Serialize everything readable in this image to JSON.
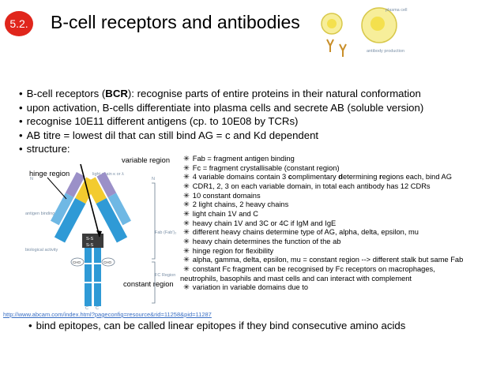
{
  "slide": {
    "number": "5.2.",
    "title": "B-cell receptors and antibodies",
    "bullets": [
      {
        "pre": "B-cell receptors (",
        "bold": "BCR",
        "post": "):  recognise parts of entire proteins in their natural conformation"
      },
      {
        "text": "upon activation, B-cells differentiate into plasma cells and secrete AB (soluble version)"
      },
      {
        "text": "recognise  10E11 different antigens (cp. to 10E08  by TCRs)"
      },
      {
        "text": "AB titre = lowest dil that can still bind AG = c and Kd dependent"
      },
      {
        "text": "structure:"
      }
    ],
    "bottom_bullet": "bind epitopes, can be called linear epitopes if they bind consecutive amino acids",
    "source_url": "http://www.abcam.com/index.html?pageconfig=resource&rid=11258&pid=11287"
  },
  "diagram": {
    "labels": {
      "variable_region": "variable region",
      "hinge_region": "hinge region",
      "constant_region": "constant region"
    },
    "figure_text": {
      "light_chain": "light chain κ or λ",
      "antigen_binding": "antigen binding",
      "biological_activity": "biological activity",
      "fab": "Fab  (Fab')₂",
      "fc_region": "FC Region",
      "n": "N",
      "c": "C",
      "cho": "CHO",
      "ss": "S-S"
    }
  },
  "top_figure": {
    "plasma_cell": "plasma cell",
    "antibody_production": "antibody production"
  },
  "notes": [
    {
      "text": "Fab = fragment antigen binding"
    },
    {
      "text": "Fc = fragment crystallisable (constant region)"
    },
    {
      "parts": [
        {
          "t": "4 variable domains contain 3 "
        },
        {
          "b": "c"
        },
        {
          "t": "omplimentary "
        },
        {
          "b": "d"
        },
        {
          "t": "etermining "
        },
        {
          "b": "r"
        },
        {
          "t": "egions each, bind AG"
        }
      ]
    },
    {
      "text": "CDR1, 2, 3 on each variable domain, in total each antibody has 12 CDRs"
    },
    {
      "text": "10 constant domains"
    },
    {
      "text": "2 light chains, 2 heavy chains"
    },
    {
      "text": "light chain 1V and C"
    },
    {
      "text": "heavy chain 1V and 3C or 4C if IgM and IgE"
    },
    {
      "text": "different heavy chains determine type of AG, alpha, delta, epsilon, mu"
    },
    {
      "text": "heavy chain determines the function of the ab"
    },
    {
      "text": "hinge region for flexibility"
    },
    {
      "text": "alpha, gamma, delta, epsilon, mu = constant region --> different stalk but same Fab"
    },
    {
      "text": "constant Fc fragment can be recognised by Fc receptors on macrophages,",
      "cont": "neutrophils, basophils and mast cells and can interact with complement"
    },
    {
      "text": "variation in variable domains due to"
    }
  ],
  "colors": {
    "badge": "#e0261c",
    "heavy_chain_blue": "#2f9ad6",
    "light_chain_blue": "#6fb8e4",
    "variable_yellow": "#f3cb2f",
    "variable_purple": "#9b90c8",
    "link_blue": "#3a6fc4",
    "plasma_yellow": "#f4e04d"
  }
}
